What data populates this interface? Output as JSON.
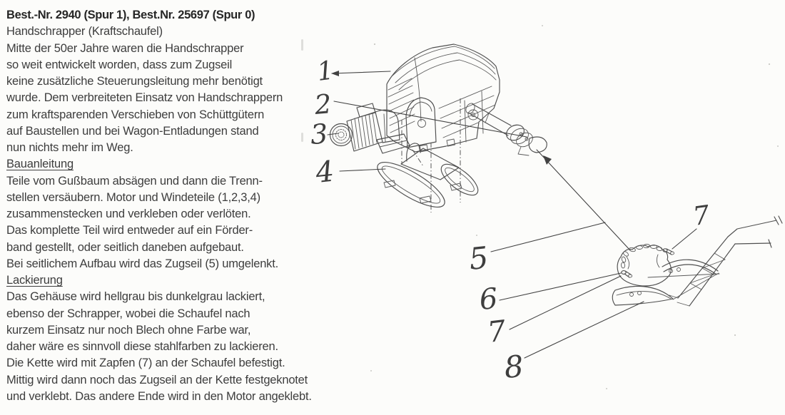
{
  "document": {
    "lines": [
      {
        "text": "Best.-Nr. 2940 (Spur 1), Best.Nr. 25697 (Spur 0)",
        "style": "title"
      },
      {
        "text": "Handschrapper (Kraftschaufel)",
        "style": "plain"
      },
      {
        "text": "Mitte der 50er Jahre waren die Handschrapper",
        "style": "plain"
      },
      {
        "text": "so weit entwickelt worden, dass zum Zugseil",
        "style": "plain"
      },
      {
        "text": "keine zusätzliche Steuerungsleitung mehr benötigt",
        "style": "plain"
      },
      {
        "text": "wurde. Dem verbreiteten Einsatz von Handschrappern",
        "style": "plain"
      },
      {
        "text": "zum kraftsparenden Verschieben von Schüttgütern",
        "style": "plain"
      },
      {
        "text": "auf Baustellen und bei Wagon-Entladungen stand",
        "style": "plain"
      },
      {
        "text": "nun nichts mehr im Weg.",
        "style": "plain"
      },
      {
        "text": "Bauanleitung",
        "style": "heading"
      },
      {
        "text": "Teile vom Gußbaum absägen und dann die Trenn-",
        "style": "plain"
      },
      {
        "text": "stellen versäubern. Motor und Windeteile (1,2,3,4)",
        "style": "plain"
      },
      {
        "text": "zusammenstecken und verkleben oder verlöten.",
        "style": "plain"
      },
      {
        "text": "Das komplette Teil wird entweder auf ein Förder-",
        "style": "plain"
      },
      {
        "text": "band gestellt, oder seitlich daneben aufgebaut.",
        "style": "plain"
      },
      {
        "text": "Bei seitlichem Aufbau wird das Zugseil (5) umgelenkt.",
        "style": "plain"
      },
      {
        "text": "Lackierung",
        "style": "heading"
      },
      {
        "text": "Das Gehäuse wird hellgrau bis dunkelgrau lackiert,",
        "style": "plain"
      },
      {
        "text": "ebenso der Schrapper, wobei die Schaufel nach",
        "style": "plain"
      },
      {
        "text": "kurzem Einsatz nur noch Blech ohne Farbe war,",
        "style": "plain"
      },
      {
        "text": "daher wäre es sinnvoll diese stahlfarben zu lackieren.",
        "style": "plain"
      },
      {
        "text": "Die Kette wird mit Zapfen (7) an der Schaufel befestigt.",
        "style": "plain"
      },
      {
        "text": "Mittig wird dann noch das Zugseil an der Kette festgeknotet",
        "style": "plain"
      },
      {
        "text": "und verklebt. Das andere Ende wird in den Motor angeklebt.",
        "style": "plain"
      }
    ]
  },
  "diagram": {
    "callouts": [
      {
        "label": "1"
      },
      {
        "label": "2"
      },
      {
        "label": "3"
      },
      {
        "label": "4"
      },
      {
        "label": "5"
      },
      {
        "label": "7"
      },
      {
        "label": "6"
      },
      {
        "label": "7"
      },
      {
        "label": "8"
      }
    ]
  },
  "colors": {
    "ink": "#4f4f4f",
    "text": "#3d3d3d",
    "background": "#fcfcfa"
  }
}
